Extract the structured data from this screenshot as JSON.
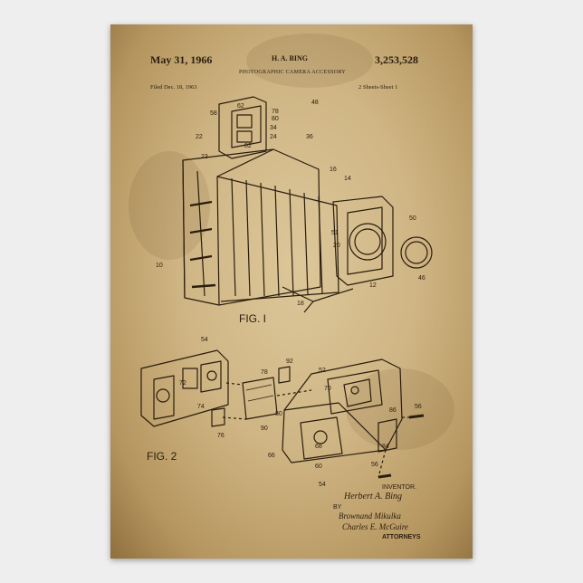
{
  "patent": {
    "date": "May 31, 1966",
    "inventor_header": "H. A. BING",
    "number": "3,253,528",
    "title": "PHOTOGRAPHIC CAMERA ACCESSORY",
    "filed": "Filed Dec. 18, 1963",
    "sheets": "2 Sheets-Sheet 1"
  },
  "figures": {
    "fig1_label": "FIG. I",
    "fig2_label": "FIG. 2"
  },
  "fig1_refs": [
    "58",
    "62",
    "78",
    "48",
    "80",
    "34",
    "22",
    "82",
    "24",
    "36",
    "23",
    "16",
    "14",
    "50",
    "51",
    "20",
    "10",
    "46",
    "12",
    "18"
  ],
  "fig2_refs": [
    "54",
    "92",
    "74",
    "72",
    "76",
    "78",
    "90",
    "52",
    "70",
    "86",
    "56",
    "80",
    "84",
    "66",
    "68",
    "60",
    "56",
    "54"
  ],
  "signature": {
    "inventor_label": "INVENTOR.",
    "inventor_name": "Herbert A. Bing",
    "by": "BY",
    "attorney_line1": "Brownand Mikulka",
    "attorney_line2": "Charles E. McGuire",
    "attorneys_label": "ATTORNEYS"
  },
  "colors": {
    "paper": "#cfb584",
    "ink": "#2a1d0e",
    "background": "#eeeeee"
  }
}
